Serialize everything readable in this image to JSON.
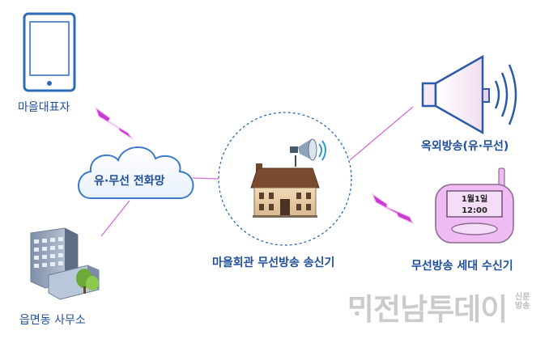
{
  "nodes": {
    "representative": {
      "label": "마을대표자",
      "icon": "tablet-icon"
    },
    "network": {
      "label": "유·무선 전화망",
      "icon": "cloud-icon"
    },
    "office": {
      "label": "읍면동 사무소",
      "icon": "building-icon"
    },
    "transmitter": {
      "label": "마을회관 무선방송 송신기",
      "icon": "house-icon"
    },
    "outdoor": {
      "label": "옥외방송(유·무선)",
      "icon": "speaker-icon"
    },
    "receiver": {
      "label": "무선방송 세대 수신기",
      "icon": "pager-icon",
      "screen_date": "1월1일",
      "screen_time": "12:00"
    }
  },
  "colors": {
    "label": "#1f4e9a",
    "link_line": "#d46ed4",
    "lightning": "#c93ccf",
    "circle": "#2b6cb5",
    "receiver_body": "#eebcf2"
  },
  "watermark": {
    "text": "ᄆᆡ전남투데이",
    "side_text": "신문방송"
  }
}
